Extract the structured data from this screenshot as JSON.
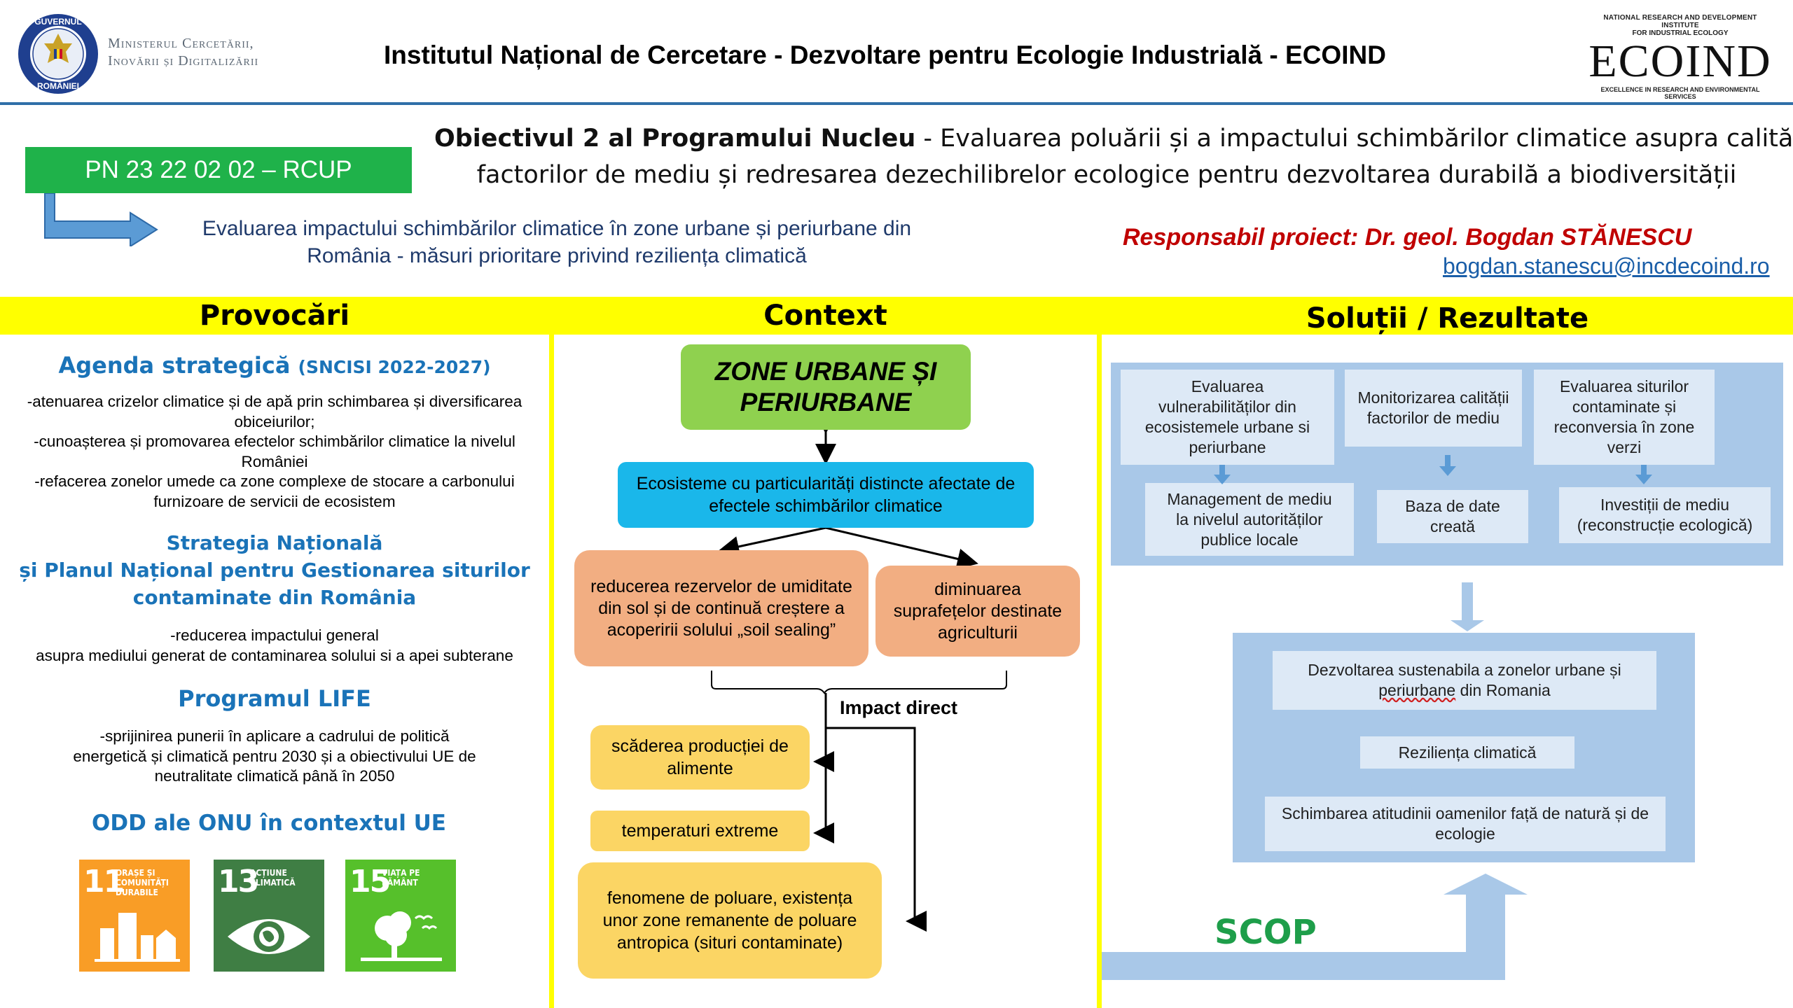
{
  "header": {
    "ministry_line1": "Ministerul Cercetării,",
    "ministry_line2": "Inovării și Digitalizării",
    "seal_text_top": "GUVERNUL",
    "seal_text_bottom": "ROMÂNIEI",
    "title": "Institutul Național de Cercetare - Dezvoltare pentru Ecologie Industrială - ECOIND",
    "ecoind_top1": "NATIONAL RESEARCH AND DEVELOPMENT INSTITUTE",
    "ecoind_top2": "FOR INDUSTRIAL ECOLOGY",
    "ecoind_logo": "ECOIND",
    "ecoind_bottom": "EXCELLENCE IN RESEARCH AND ENVIRONMENTAL SERVICES"
  },
  "project": {
    "code": "PN 23 22 02 02 – RCUP",
    "objective_bold": "Obiectivul 2 al Programului Nucleu",
    "objective_rest_line1": " - Evaluarea poluării și a impactului schimbărilor climatice asupra calității",
    "objective_line2": "factorilor de mediu și redresarea dezechilibrelor ecologice pentru dezvoltarea durabilă a biodiversității",
    "subtitle_line1": "Evaluarea impactului schimbărilor climatice în zone urbane și periurbane din",
    "subtitle_line2": "România - măsuri prioritare privind reziliența climatică",
    "responsible": "Responsabil proiect: Dr. geol. Bogdan STĂNESCU",
    "email": "bogdan.stanescu@incdecoind.ro"
  },
  "columns": {
    "left": "Provocări",
    "middle": "Context",
    "right": "Soluții / Rezultate"
  },
  "provocari": {
    "agenda_title": "Agenda strategică",
    "agenda_sub": "(SNCISI 2022-2027)",
    "agenda_items": [
      "-atenuarea crizelor climatice și de apă prin schimbarea și diversificarea\nobiceiurilor;",
      "-cunoașterea și promovarea efectelor schimbărilor climatice la nivelul\nRomâniei",
      "-refacerea zonelor umede ca zone complexe de stocare a carbonului\nfurnizoare de servicii de ecosistem"
    ],
    "strategy_line1": "Strategia Națională",
    "strategy_line2": "și Planul Național pentru Gestionarea siturilor",
    "strategy_line3": "contaminate din România",
    "strategy_items": "-reducerea impactului general\nasupra mediului generat de contaminarea solului si a apei subterane",
    "life_title": "Programul LIFE",
    "life_items": "-sprijinirea punerii în aplicare a cadrului de politică\nenergetică și climatică pentru 2030 și a obiectivului UE de\nneutralitate climatică până în 2050",
    "odd_title": "ODD ale ONU în contextul UE",
    "sdgs": [
      {
        "num": "11",
        "text": "ORAȘE ȘI COMUNITĂȚI DURABILE",
        "color": "#f99d26"
      },
      {
        "num": "13",
        "text": "ACȚIUNE CLIMATICĂ",
        "color": "#3f7e44"
      },
      {
        "num": "15",
        "text": "VIAȚA PE PĂMÂNT",
        "color": "#56c02b"
      }
    ]
  },
  "context": {
    "zone": "ZONE URBANE ȘI PERIURBANE",
    "ecosystems": "Ecosisteme cu particularități distincte afectate de efectele schimbărilor climatice",
    "reduction": "reducerea rezervelor de umiditate din sol și de continuă creștere a acoperirii solului „soil sealing”",
    "diminish": "diminuarea suprafețelor destinate agriculturii",
    "impact": "Impact direct",
    "food": "scăderea producției de alimente",
    "temp": "temperaturi extreme",
    "pollution": "fenomene de poluare, existența unor zone remanente de poluare antropica (situri contaminate)"
  },
  "solutions": {
    "top_row": [
      "Evaluarea vulnerabilităților din ecosistemele urbane si periurbane",
      "Monitorizarea calității factorilor de mediu",
      "Evaluarea siturilor contaminate și reconversia în zone verzi"
    ],
    "bottom_row": [
      "Management de mediu la nivelul autorităților publice locale",
      "Baza de date creată",
      "Investiții de mediu (reconstrucție ecologică)"
    ],
    "sustainable_line1": "Dezvoltarea sustenabila a zonelor urbane și",
    "sustainable_underlined": "periurbane",
    "sustainable_rest": " din Romania",
    "resilience": "Reziliența climatică",
    "attitude": "Schimbarea atitudinii oamenilor față de natură și de ecologie",
    "scop": "SCOP"
  },
  "colors": {
    "header_rule": "#2f6fa8",
    "code_green": "#1fb24a",
    "yellow_band": "#ffff00",
    "zone_green": "#8fd14f",
    "ecosystem_cyan": "#1ab7ea",
    "orange_box": "#f2ae82",
    "yellow_box": "#fbd564",
    "panel_blue": "#a9c8e8",
    "light_blue_box": "#dde9f6",
    "arrow_blue": "#5b9bd5",
    "scop_green": "#1e9e4a",
    "responsible_red": "#c00000"
  }
}
